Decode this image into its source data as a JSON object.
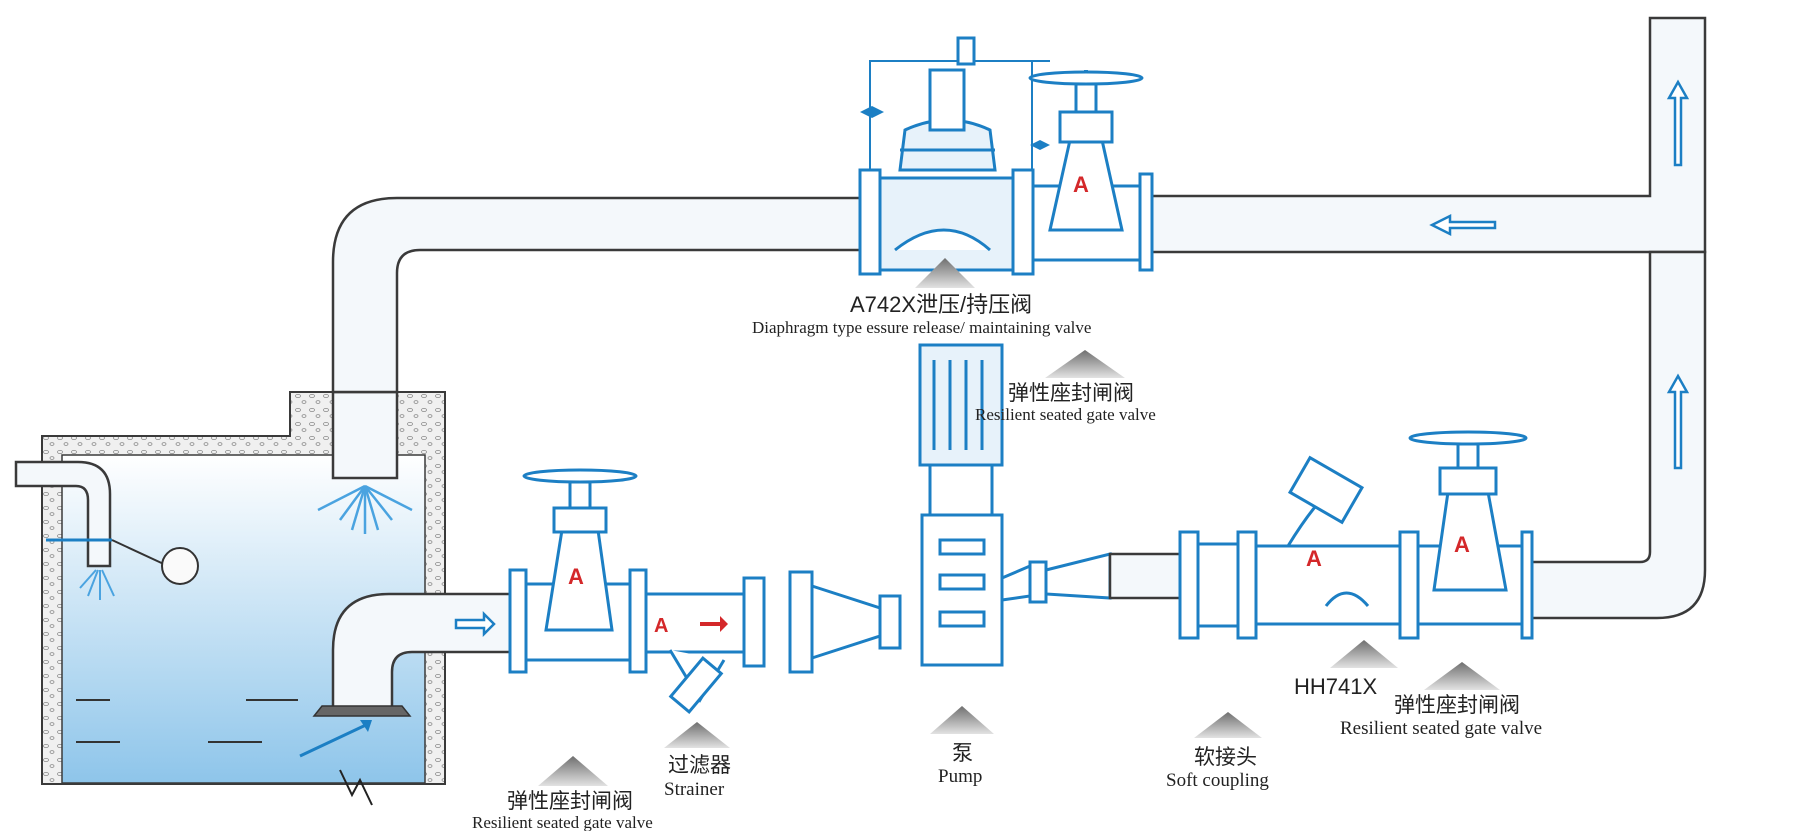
{
  "labels": {
    "pressure_valve": {
      "model": "A742X泄压/持压阀",
      "en": "Diaphragm type  essure release/ maintaining valve"
    },
    "gate_valve_top": {
      "cn": "弹性座封闸阀",
      "en": "Resilient seated gate valve"
    },
    "gate_valve_left": {
      "cn": "弹性座封闸阀",
      "en": "Resilient seated gate valve"
    },
    "strainer": {
      "cn": "过滤器",
      "en": "Strainer"
    },
    "pump": {
      "cn": "泵",
      "en": "Pump"
    },
    "soft_coupling": {
      "cn": "软接头",
      "en": "Soft coupling"
    },
    "check_valve": {
      "model": "HH741X"
    },
    "gate_valve_right": {
      "cn": "弹性座封闸阀",
      "en": "Resilient seated gate valve"
    }
  },
  "brand_mark": "A",
  "colors": {
    "valve_blue": "#1c7fc4",
    "water_top": "#ffffff",
    "water_bottom": "#8ec5ea",
    "brand_red": "#d4282a",
    "pipe_outline": "#3a3a3a"
  }
}
